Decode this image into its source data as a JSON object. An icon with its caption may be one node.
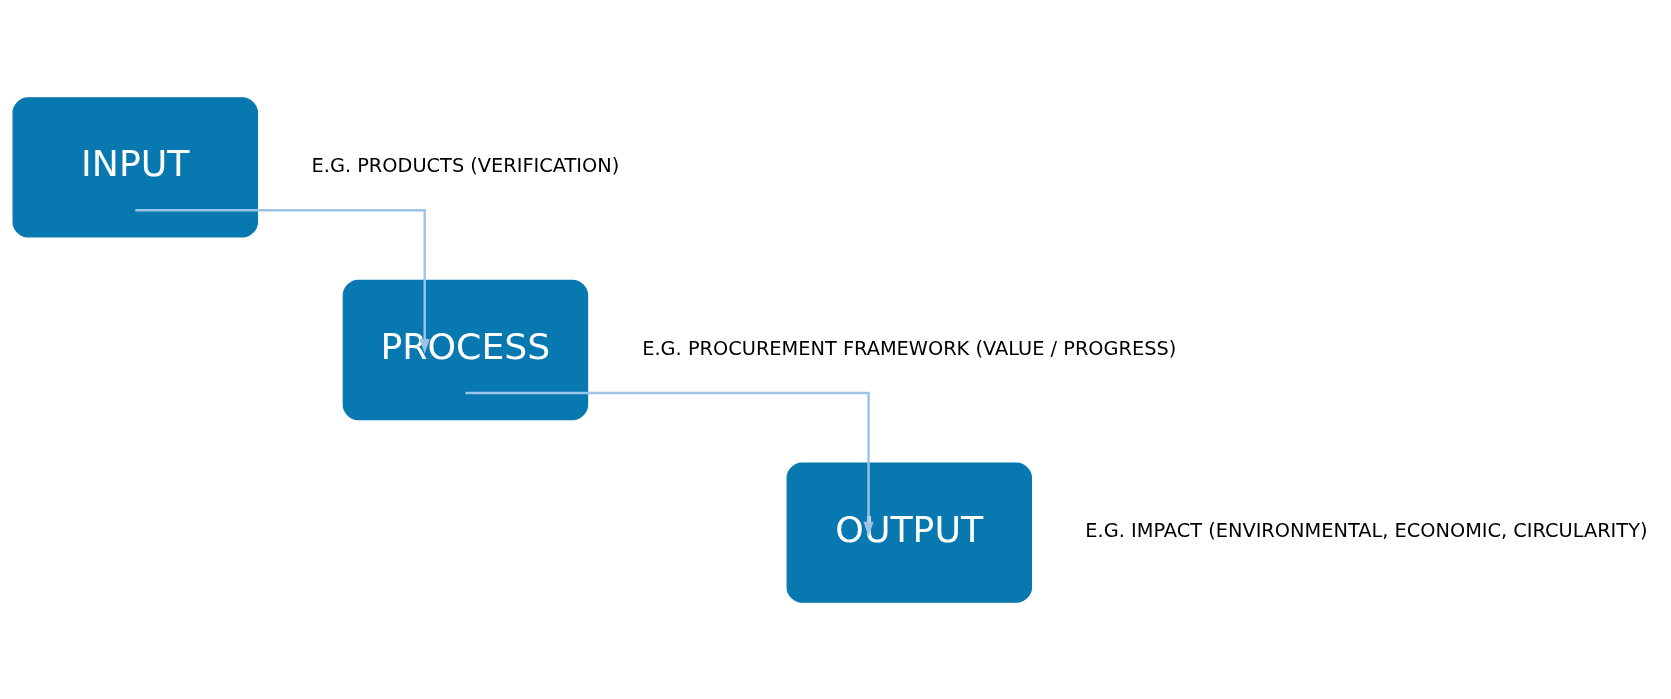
{
  "diagram": {
    "nodes": [
      {
        "text": [
          "INPUT"
        ],
        "beside": [
          "E.G. PRODUCTS (VERIFICATION)"
        ]
      },
      {
        "text": [
          "PROCESS"
        ],
        "beside": [
          "E.G. PROCUREMENT FRAMEWORK (VALUE / PROGRESS)"
        ]
      },
      {
        "text": [
          "OUTPUT"
        ],
        "beside": [
          "E.G. IMPACT (ENVIRONMENTAL, ECONOMIC, CIRCULARITY)"
        ]
      }
    ],
    "edges": [
      {
        "from": 0,
        "to": 1,
        "arrow": "to"
      },
      {
        "from": 1,
        "to": 2,
        "arrow": "to"
      }
    ]
  }
}
